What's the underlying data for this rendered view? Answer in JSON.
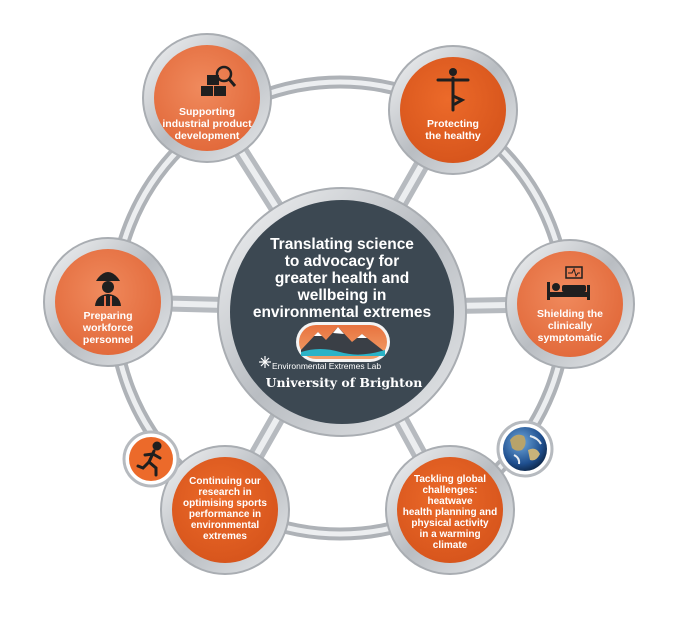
{
  "center": {
    "title": "Translating science\nto advocacy for\ngreater health and\nwellbeing in\nenvironmental extremes",
    "lab_name": "Environmental Extremes Lab",
    "university": "University of Brighton"
  },
  "nodes": [
    {
      "label": "Supporting\nindustrial product\ndevelopment",
      "icon": "product-inspection-icon"
    },
    {
      "label": "Protecting\nthe healthy",
      "icon": "yoga-pose-icon"
    },
    {
      "label": "Shielding the\nclinically\nsymptomatic",
      "icon": "hospital-bed-icon"
    },
    {
      "label": "Tackling global\nchallenges:\nheatwave\nhealth planning and\nphysical activity\nin a warming\nclimate",
      "icon": "earth-globe-icon"
    },
    {
      "label": "Continuing our\nresearch in\noptimising sports\nperformance in\nenvironmental\nextremes",
      "icon": "running-person-icon"
    },
    {
      "label": "Preparing\nworkforce\npersonnel",
      "icon": "hard-hat-worker-icon"
    }
  ],
  "colors": {
    "node_fill": "#e8704a",
    "center_fill": "#3c4852",
    "ring_silver": "#c9ccd0",
    "icon_dark": "#1f1f1f"
  }
}
